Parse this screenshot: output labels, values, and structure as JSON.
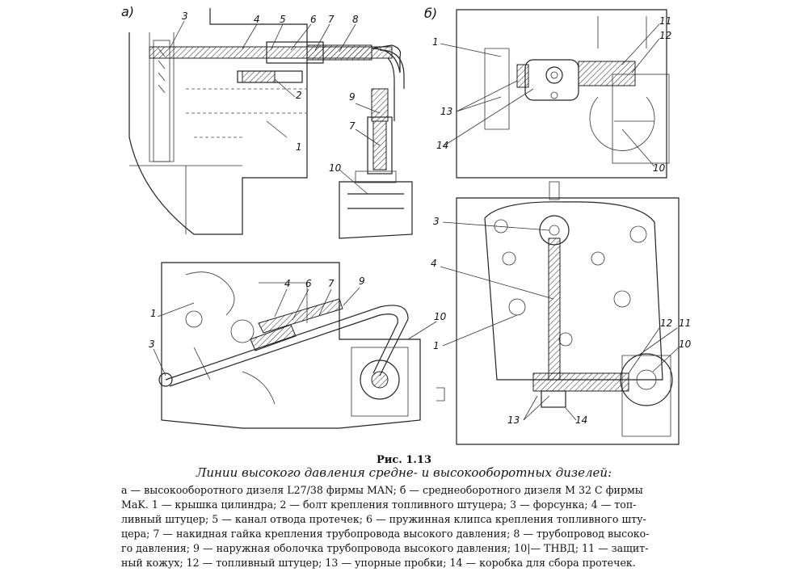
{
  "figure": {
    "panel_a": "а)",
    "panel_b": "б)",
    "labels_a_top": [
      "3",
      "4",
      "5",
      "6",
      "7",
      "8",
      "2",
      "9",
      "7",
      "1",
      "10"
    ],
    "labels_a_bottom": [
      "4",
      "6",
      "7",
      "9",
      "1",
      "3",
      "10"
    ],
    "labels_b_top": [
      "1",
      "11",
      "12",
      "13",
      "14",
      "10"
    ],
    "labels_b_bottom": [
      "3",
      "4",
      "1",
      "12",
      "11",
      "10",
      "13",
      "14"
    ]
  },
  "caption": {
    "number": "Рис. 1.13",
    "title": "Линии высокого давления средне- и высокооборотных дизелей:",
    "lines": [
      "а — высокооборотного дизеля L27/38 фирмы MAN; б — среднеоборотного дизеля M 32 C фирмы",
      "MaK. 1 — крышка цилиндра; 2 — болт крепления топливного штуцера; 3 — форсунка; 4 — топ-",
      "ливный штуцер; 5 — канал отвода протечек; 6 — пружинная клипса крепления топливного шту-",
      "цера; 7 — накидная гайка крепления трубопровода высокого давления; 8 — трубопровод высоко-",
      "го давления; 9 — наружная оболочка трубопровода высокого давления; 10|— ТНВД; 11 — защит-",
      "ный кожух; 12 — топливный штуцер; 13 — упорные пробки; 14 — коробка для сбора протечек."
    ]
  }
}
